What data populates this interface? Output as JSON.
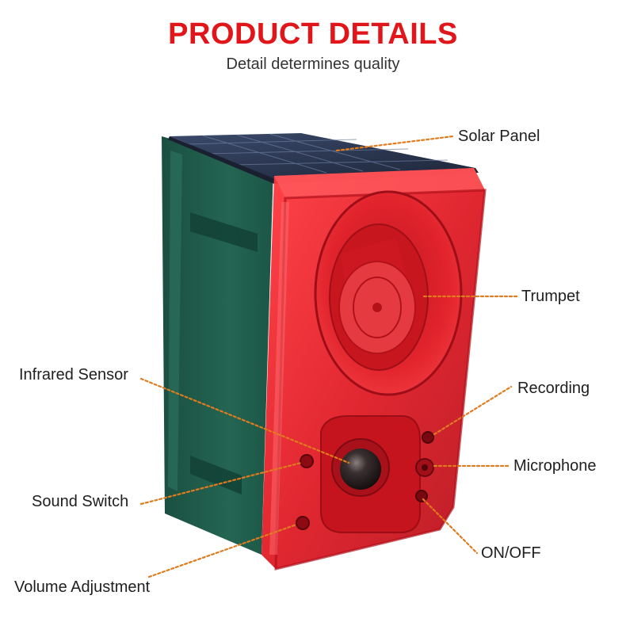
{
  "header": {
    "title": "PRODUCT DETAILS",
    "subtitle": "Detail determines quality"
  },
  "callouts": {
    "solar_panel": "Solar Panel",
    "trumpet": "Trumpet",
    "recording": "Recording",
    "microphone": "Microphone",
    "on_off": "ON/OFF",
    "infrared_sensor": "Infrared Sensor",
    "sound_switch": "Sound Switch",
    "volume_adjustment": "Volume Adjustment"
  },
  "colors": {
    "title": "#e0161b",
    "leader_line": "#e07b1e",
    "housing_green": "#1f5c4b",
    "cover_red": "#e81e2a",
    "solar_panel": "#2a3550"
  }
}
